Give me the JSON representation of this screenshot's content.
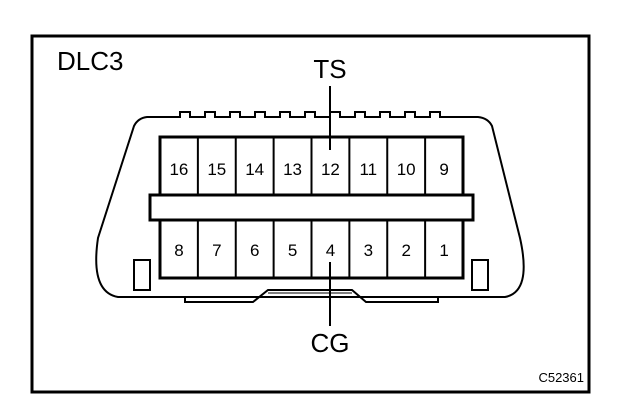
{
  "figure": {
    "title": "DLC3",
    "code": "C52361",
    "callouts": {
      "top": "TS",
      "bottom": "CG"
    },
    "pins": {
      "top_row": [
        "16",
        "15",
        "14",
        "13",
        "12",
        "11",
        "10",
        "9"
      ],
      "bottom_row": [
        "8",
        "7",
        "6",
        "5",
        "4",
        "3",
        "2",
        "1"
      ]
    }
  }
}
